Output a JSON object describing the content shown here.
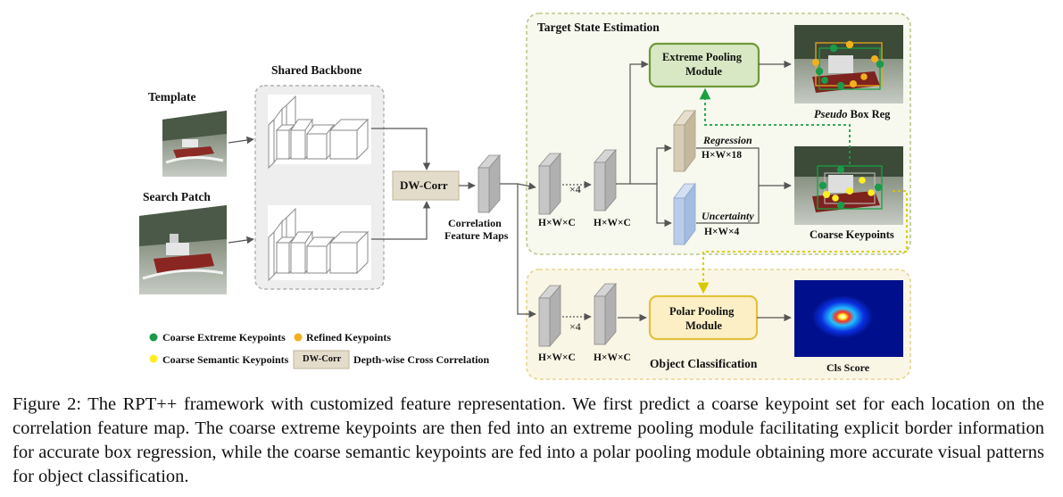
{
  "diagram": {
    "inputs": {
      "template": "Template",
      "search": "Search Patch"
    },
    "backbone": {
      "title": "Shared Backbone"
    },
    "dwcorr": {
      "label": "DW-Corr"
    },
    "corr_maps": {
      "line1": "Correlation",
      "line2": "Feature Maps"
    },
    "target_state": {
      "title": "Target State Estimation",
      "extreme_pool": {
        "line1": "Extreme Pooling",
        "line2": "Module"
      },
      "feat1_dims": "H×W×C",
      "feat2_dims": "H×W×C",
      "repeat": "×4",
      "regression": {
        "label": "Regression",
        "dims": "H×W×18"
      },
      "uncertainty": {
        "label": "Uncertainty",
        "dims": "H×W×4"
      },
      "pseudo_box": {
        "italic": "Pseudo",
        "rest": " Box Reg"
      },
      "coarse_kp": "Coarse Keypoints"
    },
    "object_cls": {
      "title": "Object Classification",
      "polar_pool": {
        "line1": "Polar Pooling",
        "line2": "Module"
      },
      "feat1_dims": "H×W×C",
      "feat2_dims": "H×W×C",
      "repeat": "×4",
      "cls_score": "Cls Score"
    },
    "legend": {
      "coarse_extreme": "Coarse Extreme Keypoints",
      "refined": "Refined Keypoints",
      "coarse_semantic": "Coarse Semantic Keypoints",
      "dwcorr_tag": "DW-Corr",
      "dwcorr_desc": "Depth-wise Cross Correlation"
    }
  },
  "colors": {
    "green_kp": "#1a9a4a",
    "orange_kp": "#f2b01e",
    "yellow_kp": "#ffee22",
    "extreme_module_fill": "#d9e8c4",
    "extreme_module_border": "#6e9a3a",
    "polar_module_fill": "#fcefc6",
    "polar_module_border": "#e3c13e",
    "dwcorr_fill": "#e4dccb",
    "regression_fill": "#d7cdb6",
    "uncertainty_fill": "#b9cde8",
    "panel_fill": "#f7f8ee"
  },
  "caption": "Figure 2: The RPT++ framework with customized feature representation. We first predict a coarse keypoint set for each location on the correlation feature map. The coarse extreme keypoints are then fed into an extreme pooling module facilitating explicit border information for accurate box regression, while the coarse semantic keypoints are fed into a polar pooling module obtaining more accurate visual patterns for object classification."
}
